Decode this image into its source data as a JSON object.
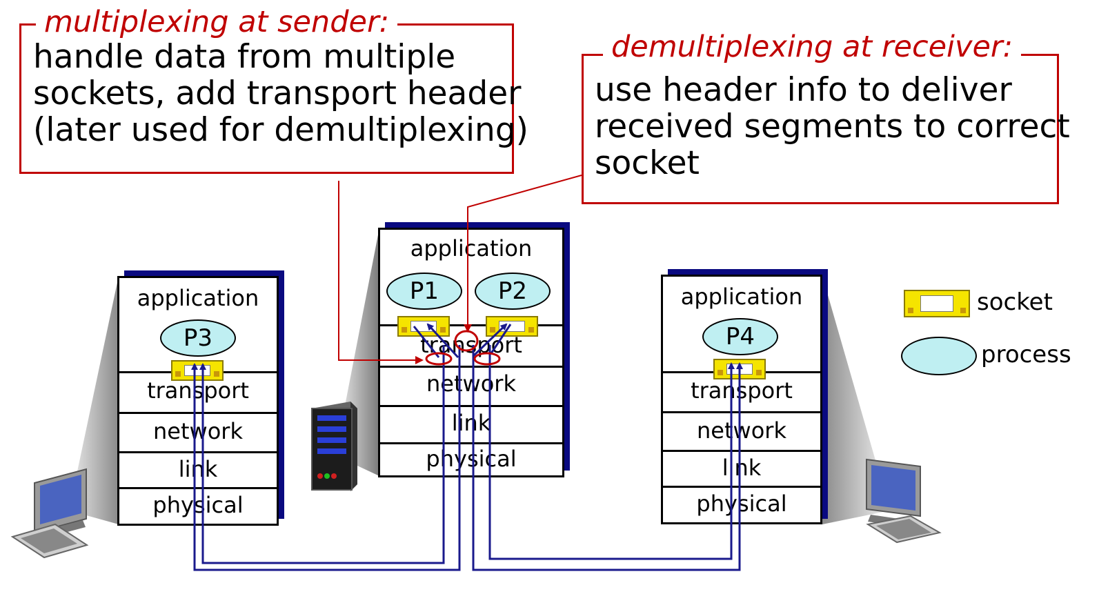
{
  "mux_callout": {
    "title": "multiplexing at sender:",
    "lines": [
      "handle data from multiple",
      "sockets, add transport header",
      "(later used for demultiplexing)"
    ]
  },
  "demux_callout": {
    "title": "demultiplexing at receiver:",
    "lines": [
      "use header info to deliver",
      "received segments to correct",
      "socket"
    ]
  },
  "hosts": {
    "left": {
      "layers": [
        "application",
        "transport",
        "network",
        "link",
        "physical"
      ],
      "process": "P3"
    },
    "middle": {
      "layers": [
        "application",
        "transport",
        "network",
        "link",
        "physical"
      ],
      "processes": [
        "P1",
        "P2"
      ]
    },
    "right": {
      "layers": [
        "application",
        "transport",
        "network",
        "link",
        "physical"
      ],
      "process": "P4"
    }
  },
  "legend": {
    "socket": "socket",
    "process": "process"
  },
  "colors": {
    "callout": "#c00000",
    "wire": "#1a1a8c",
    "shadow": "#0a0a80",
    "process_fill": "#bfeff2",
    "socket_fill": "#f5e400"
  }
}
